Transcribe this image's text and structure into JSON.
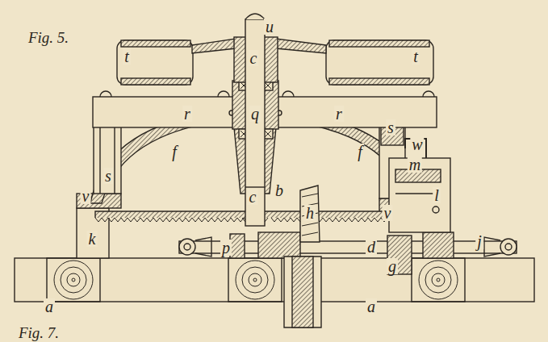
{
  "diagram": {
    "labels": [
      "Fig. 5.",
      "u",
      "t",
      "c",
      "t",
      "r",
      "q",
      "r",
      "s",
      "w",
      "f",
      "f",
      "m",
      "s",
      "l",
      "b",
      "v",
      "c",
      "h",
      "v",
      "k",
      "p",
      "j",
      "d",
      "g",
      "a",
      "a",
      "Fig. 7."
    ]
  }
}
